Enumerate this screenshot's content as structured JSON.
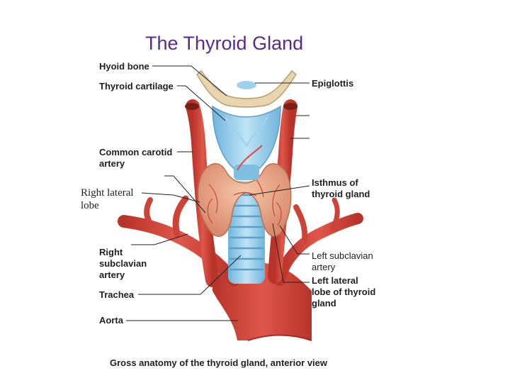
{
  "title": "The Thyroid Gland",
  "caption": "Gross anatomy of the thyroid gland, anterior view",
  "labels": {
    "hyoid_bone": "Hyoid bone",
    "thyroid_cartilage": "Thyroid cartilage",
    "common_carotid_artery": "Common carotid\nartery",
    "right_lateral_lobe": "Right lateral\nlobe",
    "right_subclavian_artery": "Right\nsubclavian\nartery",
    "trachea": "Trachea",
    "aorta": "Aorta",
    "epiglottis": "Epiglottis",
    "isthmus": "Isthmus of\nthyroid gland",
    "left_subclavian_artery": "Left subclavian\nartery",
    "left_lateral_lobe": "Left lateral\nlobe of thyroid\ngland"
  },
  "colors": {
    "title": "#5b2a86",
    "artery": "#d2463a",
    "cartilage": "#8ec9e8",
    "bone": "#e8d5b0",
    "thyroid": "#e9a98a"
  }
}
